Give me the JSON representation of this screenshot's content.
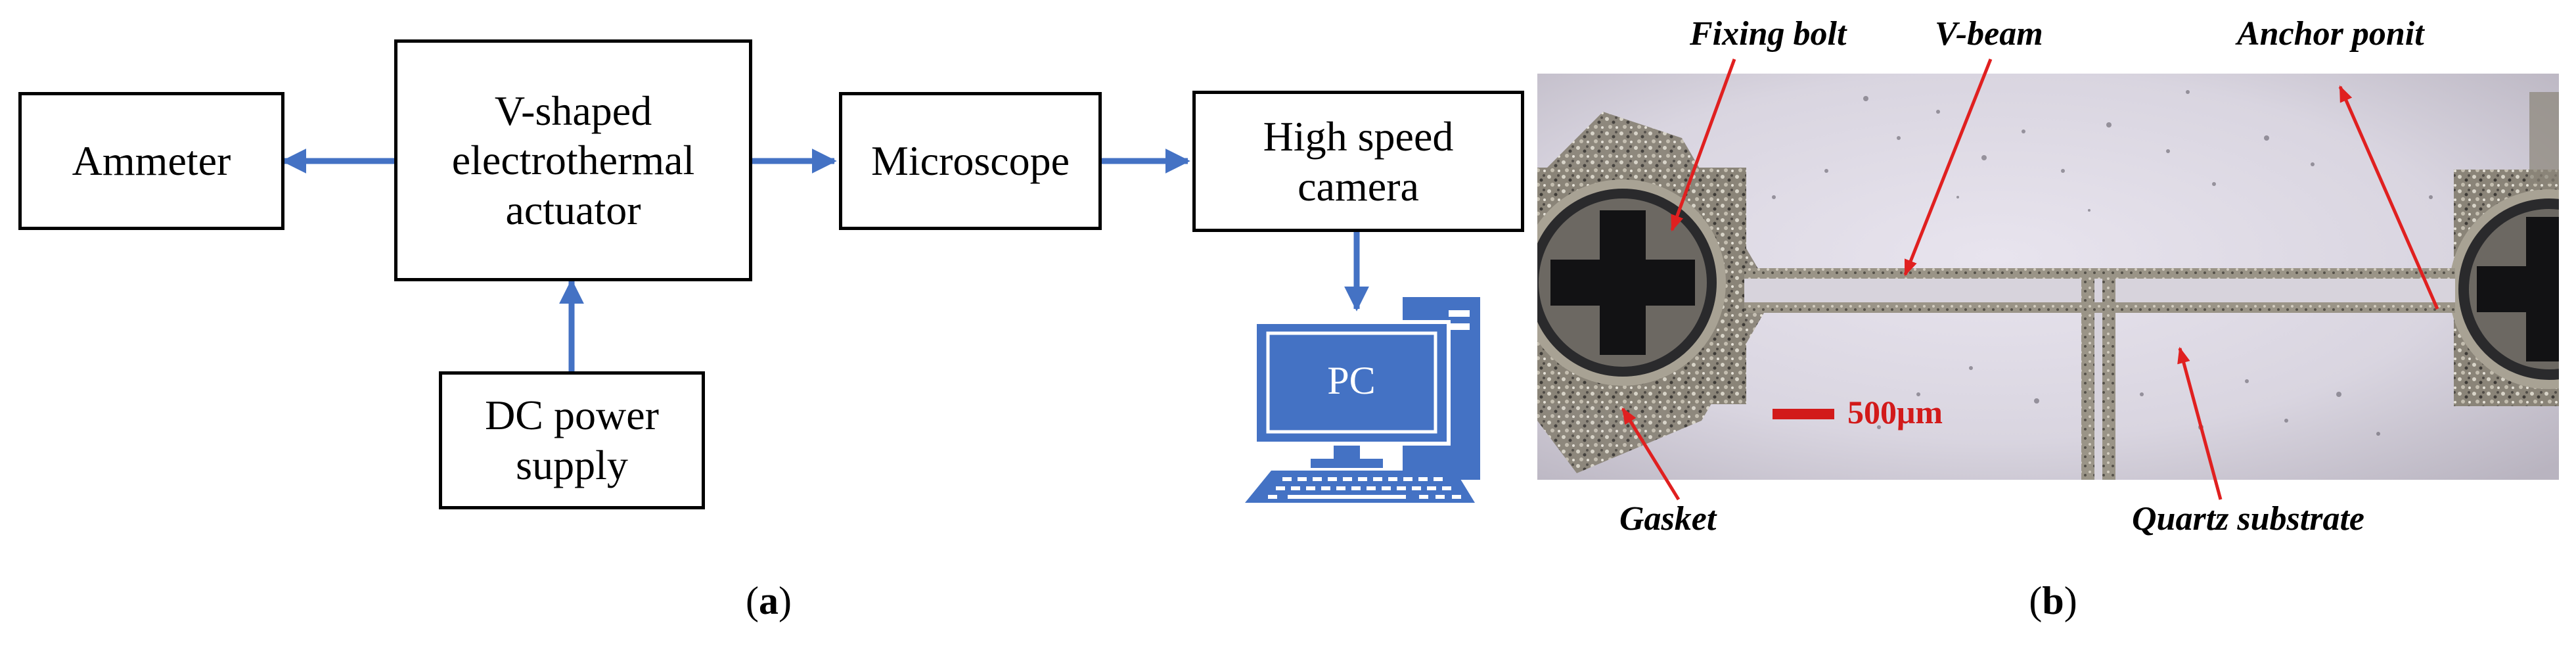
{
  "panel_a": {
    "blocks": {
      "ammeter": "Ammeter",
      "actuator": "V-shaped\nelectrothermal\nactuator",
      "microscope": "Microscope",
      "camera": "High speed\ncamera",
      "power": "DC power\nsupply",
      "pc": "PC"
    },
    "label_open": "(",
    "label_letter": "a",
    "label_close": ")"
  },
  "panel_b": {
    "annotations": {
      "fixing_bolt": "Fixing bolt",
      "v_beam": "V-beam",
      "anchor_point": "Anchor ponit",
      "gasket": "Gasket",
      "quartz": "Quartz substrate"
    },
    "scale_bar": "500μm",
    "label_open": "(",
    "label_letter": "b",
    "label_close": ")"
  },
  "colors": {
    "arrow_blue": "#4472c4",
    "pc_blue": "#4472c4",
    "annotation_red": "#e02020",
    "box_border": "#000000"
  },
  "icons": [
    "arrow-icon",
    "computer-icon"
  ]
}
